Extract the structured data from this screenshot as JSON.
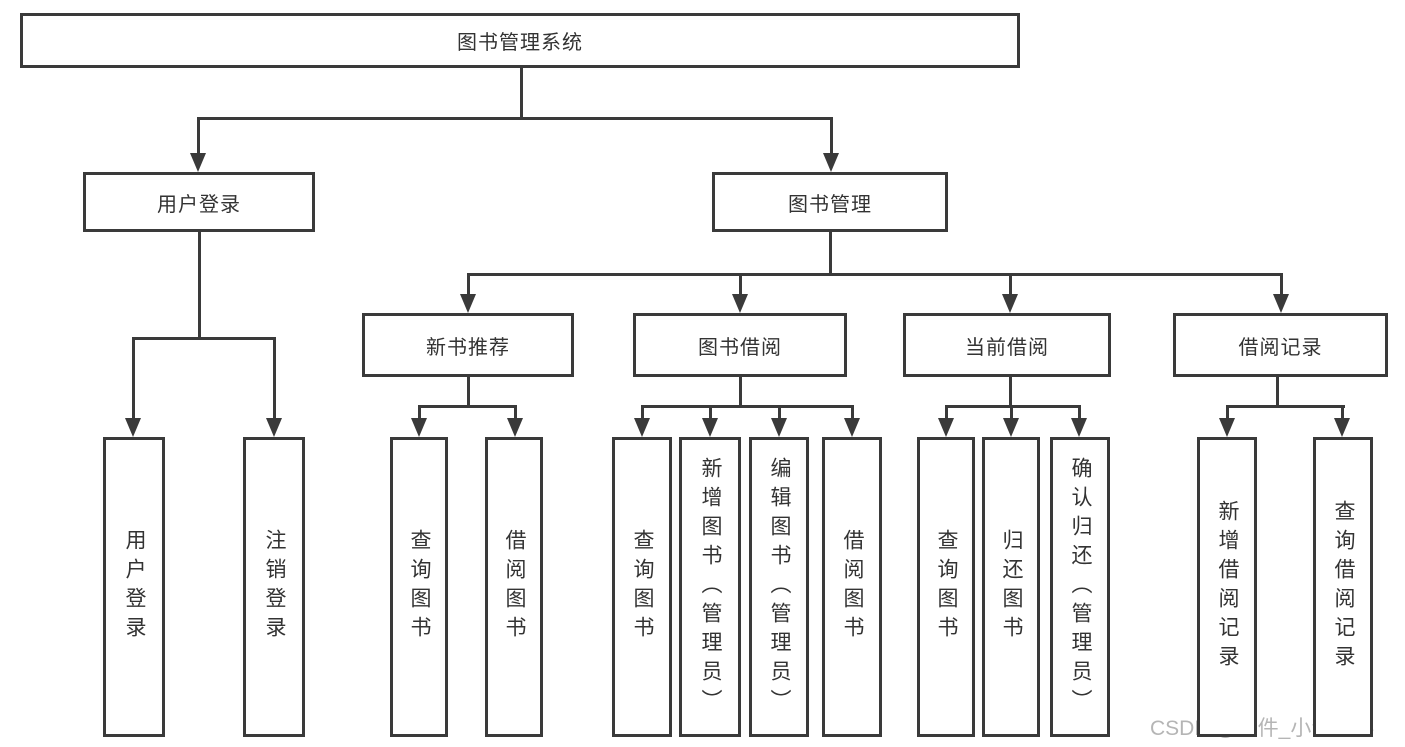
{
  "diagram": {
    "root": {
      "label": "图书管理系统"
    },
    "level2": [
      {
        "label": "用户登录"
      },
      {
        "label": "图书管理"
      }
    ],
    "level3": [
      {
        "label": "新书推荐",
        "parent": "图书管理"
      },
      {
        "label": "图书借阅",
        "parent": "图书管理"
      },
      {
        "label": "当前借阅",
        "parent": "图书管理"
      },
      {
        "label": "借阅记录",
        "parent": "图书管理"
      }
    ],
    "leaves": [
      {
        "label": "用户登录",
        "parent": "用户登录"
      },
      {
        "label": "注销登录",
        "parent": "用户登录"
      },
      {
        "label": "查询图书",
        "parent": "新书推荐"
      },
      {
        "label": "借阅图书",
        "parent": "新书推荐"
      },
      {
        "label": "查询图书",
        "parent": "图书借阅"
      },
      {
        "label": "新增图书（管理员）",
        "parent": "图书借阅"
      },
      {
        "label": "编辑图书（管理员）",
        "parent": "图书借阅"
      },
      {
        "label": "借阅图书",
        "parent": "图书借阅"
      },
      {
        "label": "查询图书",
        "parent": "当前借阅"
      },
      {
        "label": "归还图书",
        "parent": "当前借阅"
      },
      {
        "label": "确认归还（管理员）",
        "parent": "当前借阅"
      },
      {
        "label": "新增借阅记录",
        "parent": "借阅记录"
      },
      {
        "label": "查询借阅记录",
        "parent": "借阅记录"
      }
    ]
  },
  "watermark": {
    "text": "CSDN @软件_小贺同学"
  },
  "colors": {
    "line": "#3a3a3a",
    "text": "#333333",
    "watermark": "#b5b5b5",
    "background": "#ffffff"
  }
}
